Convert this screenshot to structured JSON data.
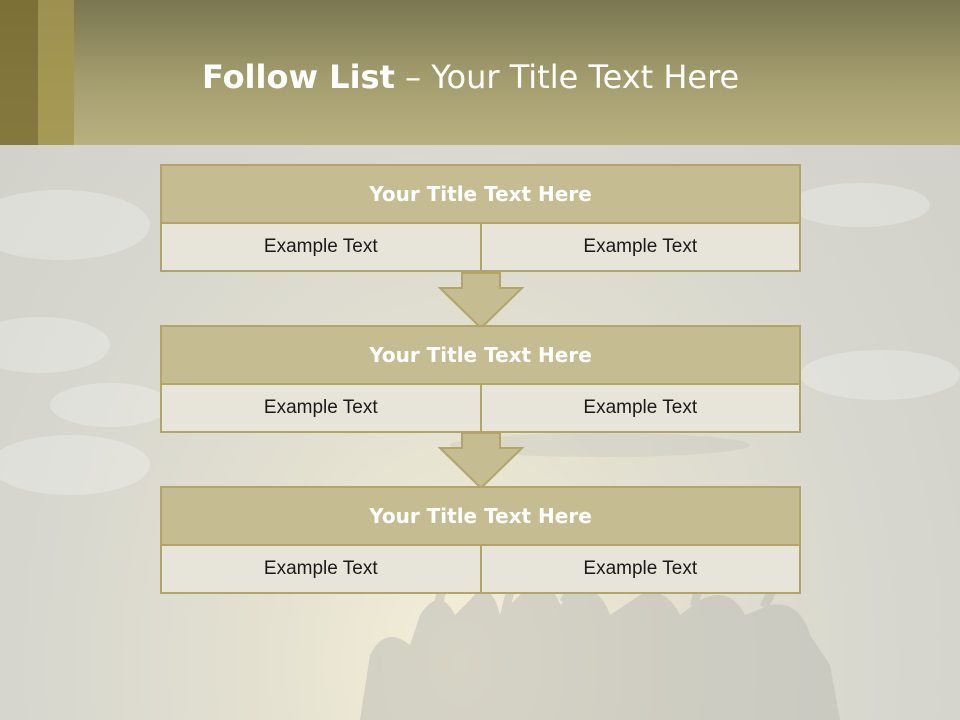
{
  "slide": {
    "title_lead": "Follow List",
    "title_rest": " – Your Title Text Here"
  },
  "boxes": [
    {
      "title": "Your Title Text Here",
      "left": "Example Text",
      "right": "Example Text"
    },
    {
      "title": "Your Title Text Here",
      "left": "Example Text",
      "right": "Example Text"
    },
    {
      "title": "Your Title Text Here",
      "left": "Example Text",
      "right": "Example Text"
    }
  ],
  "colors": {
    "header": "#a39d6e",
    "box_title": "#c5bd91",
    "box_body": "#e7e4da",
    "border": "#b3a46a"
  }
}
